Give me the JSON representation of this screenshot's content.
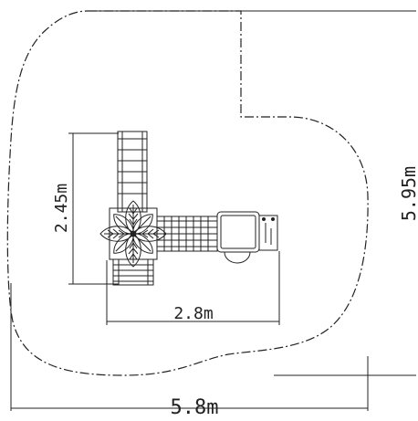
{
  "dimensions": {
    "total_width": "5.8m",
    "total_height": "5.95m",
    "structure_width": "2.8m",
    "structure_height": "2.45m"
  },
  "colors": {
    "line": "#222222",
    "background": "#ffffff"
  }
}
